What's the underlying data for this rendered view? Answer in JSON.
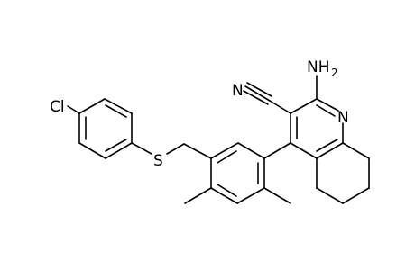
{
  "structure": {
    "atoms": {
      "cl": "Cl",
      "s": "S",
      "n_nitrile": "N",
      "n_ring": "N",
      "amino_main": "NH",
      "amino_sub": "2"
    }
  }
}
